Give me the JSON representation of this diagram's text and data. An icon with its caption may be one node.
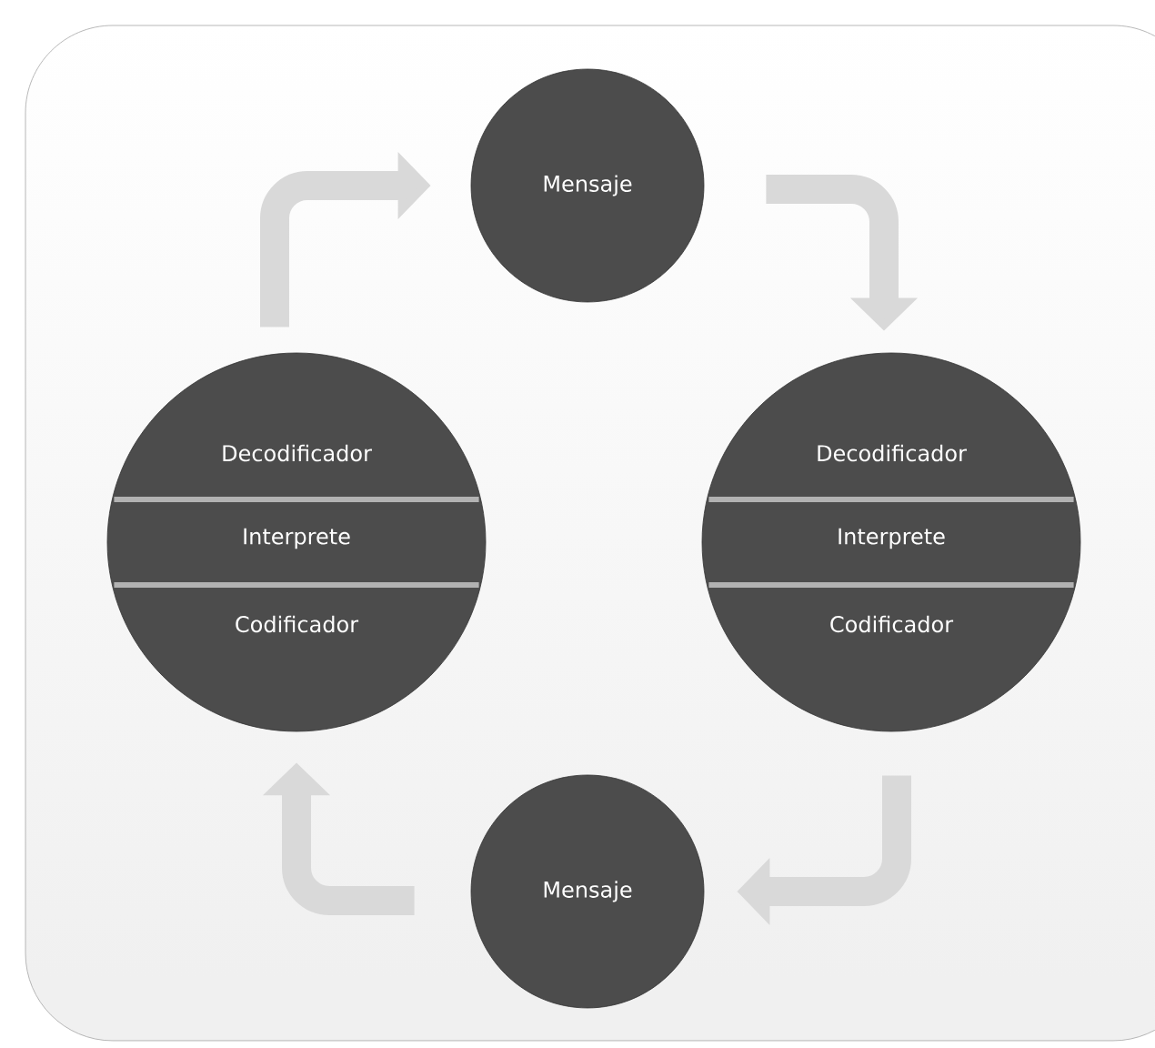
{
  "diagram": {
    "nodes": [
      {
        "text": [
          "Mensaje"
        ]
      },
      {
        "text": [
          "Decodificador",
          "Interprete",
          "Codificador"
        ]
      },
      {
        "text": [
          "Decodificador",
          "Interprete",
          "Codificador"
        ]
      },
      {
        "text": [
          "Mensaje"
        ]
      }
    ],
    "edges": [
      {
        "from": 1,
        "to": 0,
        "arrow": "to"
      },
      {
        "from": 0,
        "to": 2,
        "arrow": "to"
      },
      {
        "from": 2,
        "to": 3,
        "arrow": "to"
      },
      {
        "from": 3,
        "to": 1,
        "arrow": "to"
      }
    ]
  }
}
